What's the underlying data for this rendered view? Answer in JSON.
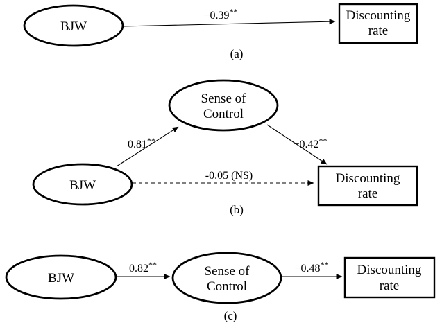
{
  "panel_a": {
    "caption": "(a)",
    "bjw_label": "BJW",
    "outcome_line1": "Discounting",
    "outcome_line2": "rate",
    "direct_coef": "−0.39",
    "direct_stars": "**"
  },
  "panel_b": {
    "caption": "(b)",
    "bjw_label": "BJW",
    "mediator_line1": "Sense of",
    "mediator_line2": "Control",
    "outcome_line1": "Discounting",
    "outcome_line2": "rate",
    "a_coef": "0.81",
    "a_stars": "**",
    "b_coef": "−0.42",
    "b_stars": "**",
    "direct_coef": "-0.05 (NS)"
  },
  "panel_c": {
    "caption": "(c)",
    "bjw_label": "BJW",
    "mediator_line1": "Sense of",
    "mediator_line2": "Control",
    "outcome_line1": "Discounting",
    "outcome_line2": "rate",
    "a_coef": "0.82",
    "a_stars": "**",
    "b_coef": "−0.48",
    "b_stars": "**"
  },
  "colors": {
    "stroke": "#000000",
    "background": "#ffffff"
  }
}
